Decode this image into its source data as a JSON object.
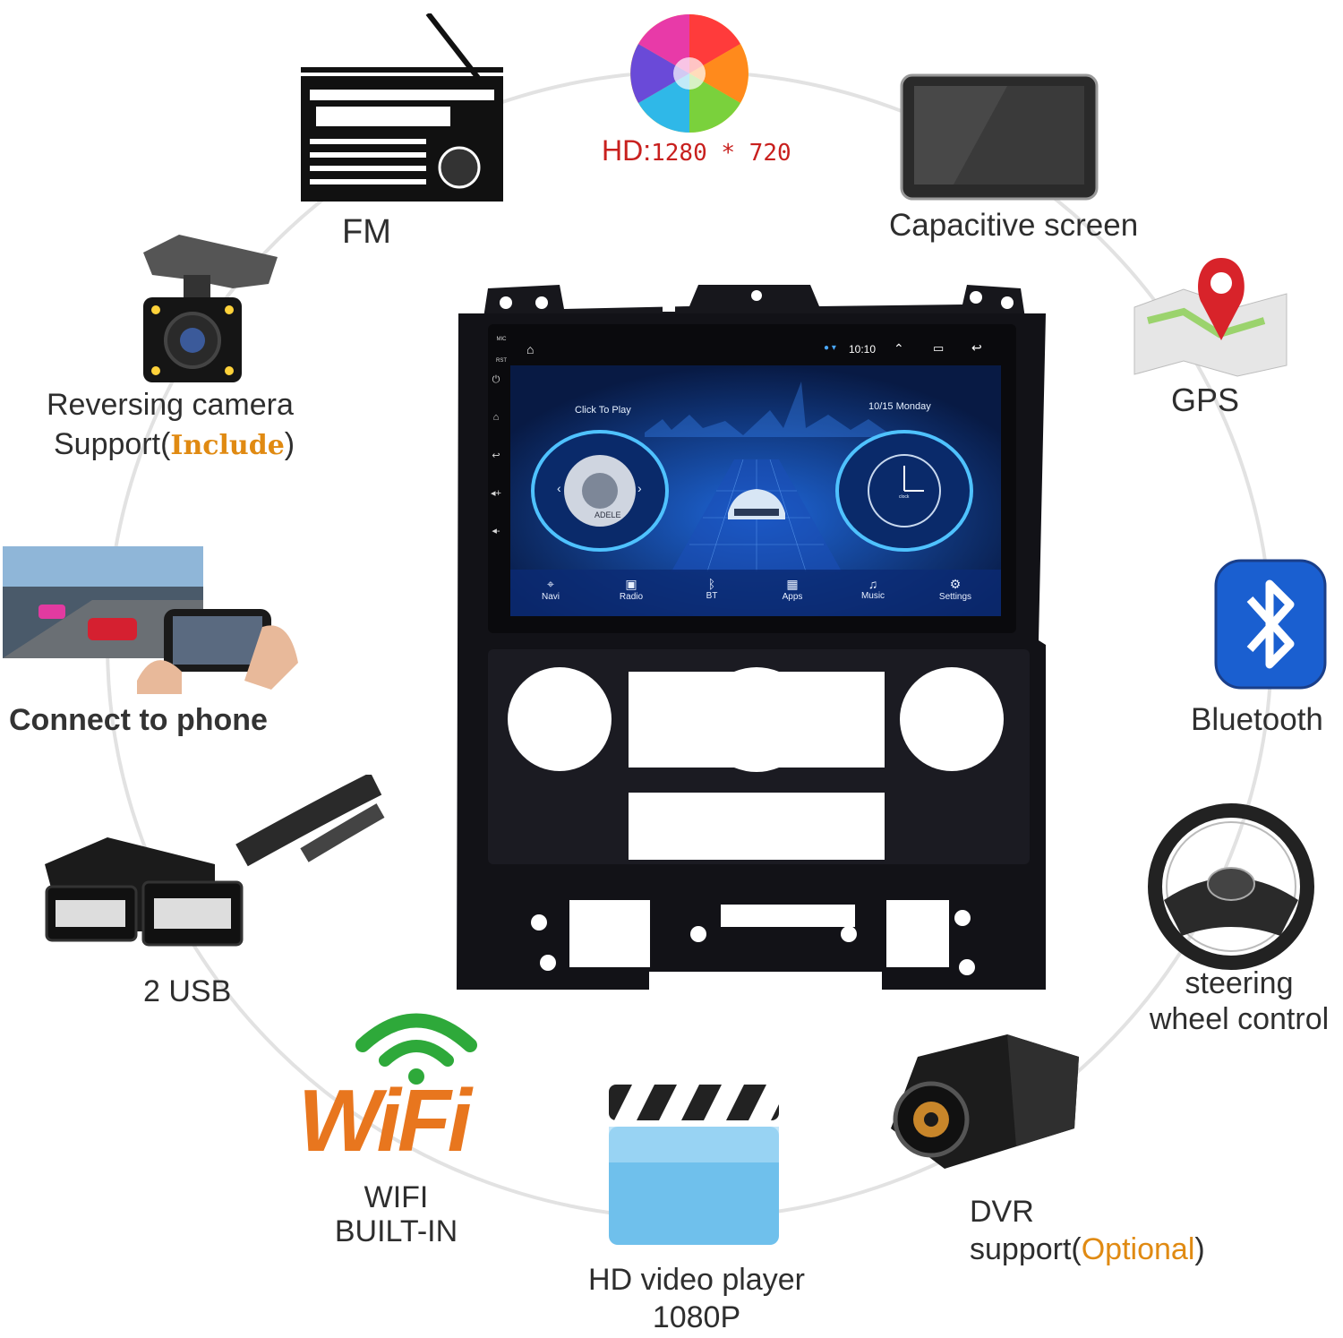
{
  "features": {
    "hd": {
      "prefix": "HD:",
      "value": "1280 * 720"
    },
    "fm": "FM",
    "capacitive": "Capacitive screen",
    "gps": "GPS",
    "reversing": {
      "line1": "Reversing camera",
      "line2_prefix": "Support(",
      "line2_highlight": "Include",
      "line2_suffix": ")"
    },
    "phone": "Connect to phone",
    "bluetooth": "Bluetooth",
    "usb": "2 USB",
    "steering": {
      "line1": "steering",
      "line2": "wheel control"
    },
    "wifi": {
      "logo": "WiFi",
      "line1": "WIFI",
      "line2": "BUILT-IN"
    },
    "video": {
      "line1": "HD video player",
      "line2": "1080P"
    },
    "dvr": {
      "line1": "DVR",
      "line2_prefix": "support(",
      "line2_highlight": "Optional",
      "line2_suffix": ")"
    }
  },
  "screen": {
    "time": "10:10",
    "click_to_play": "Click To Play",
    "date": "10/15 Monday",
    "album": "ADELE",
    "clock_label": "clock",
    "side_labels": [
      "MIC",
      "RST"
    ],
    "dock": [
      "Navi",
      "Radio",
      "BT",
      "Apps",
      "Music",
      "Settings"
    ]
  },
  "colors": {
    "hd_red": "#c8201e",
    "highlight_orange": "#e08a12",
    "wifi_orange": "#e8761e",
    "wifi_green": "#2ea93a",
    "bt_blue": "#1a5fd0",
    "gps_red": "#d8232a"
  }
}
